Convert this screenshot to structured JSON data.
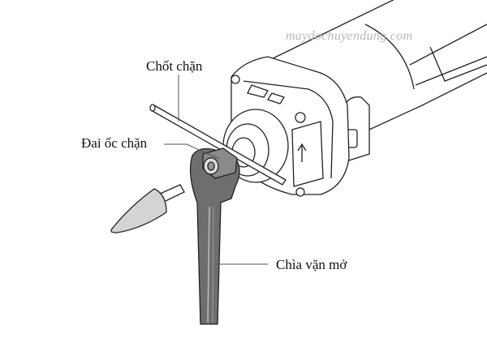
{
  "diagram": {
    "subject": "Die grinder accessory change with wrench",
    "watermark": "maydochuyendung.com",
    "labels": {
      "stop_pin": "Chốt chặn",
      "lock_nut": "Đai ốc chặn",
      "open_wrench": "Chìa vặn mở"
    },
    "colors": {
      "line": "#222222",
      "wrench_fill": "#6e6e6e",
      "nut_fill": "#8a8a8a",
      "stone_fill": "#d4d4d4",
      "leader": "#555555",
      "watermark": "#b8b8b8"
    }
  }
}
